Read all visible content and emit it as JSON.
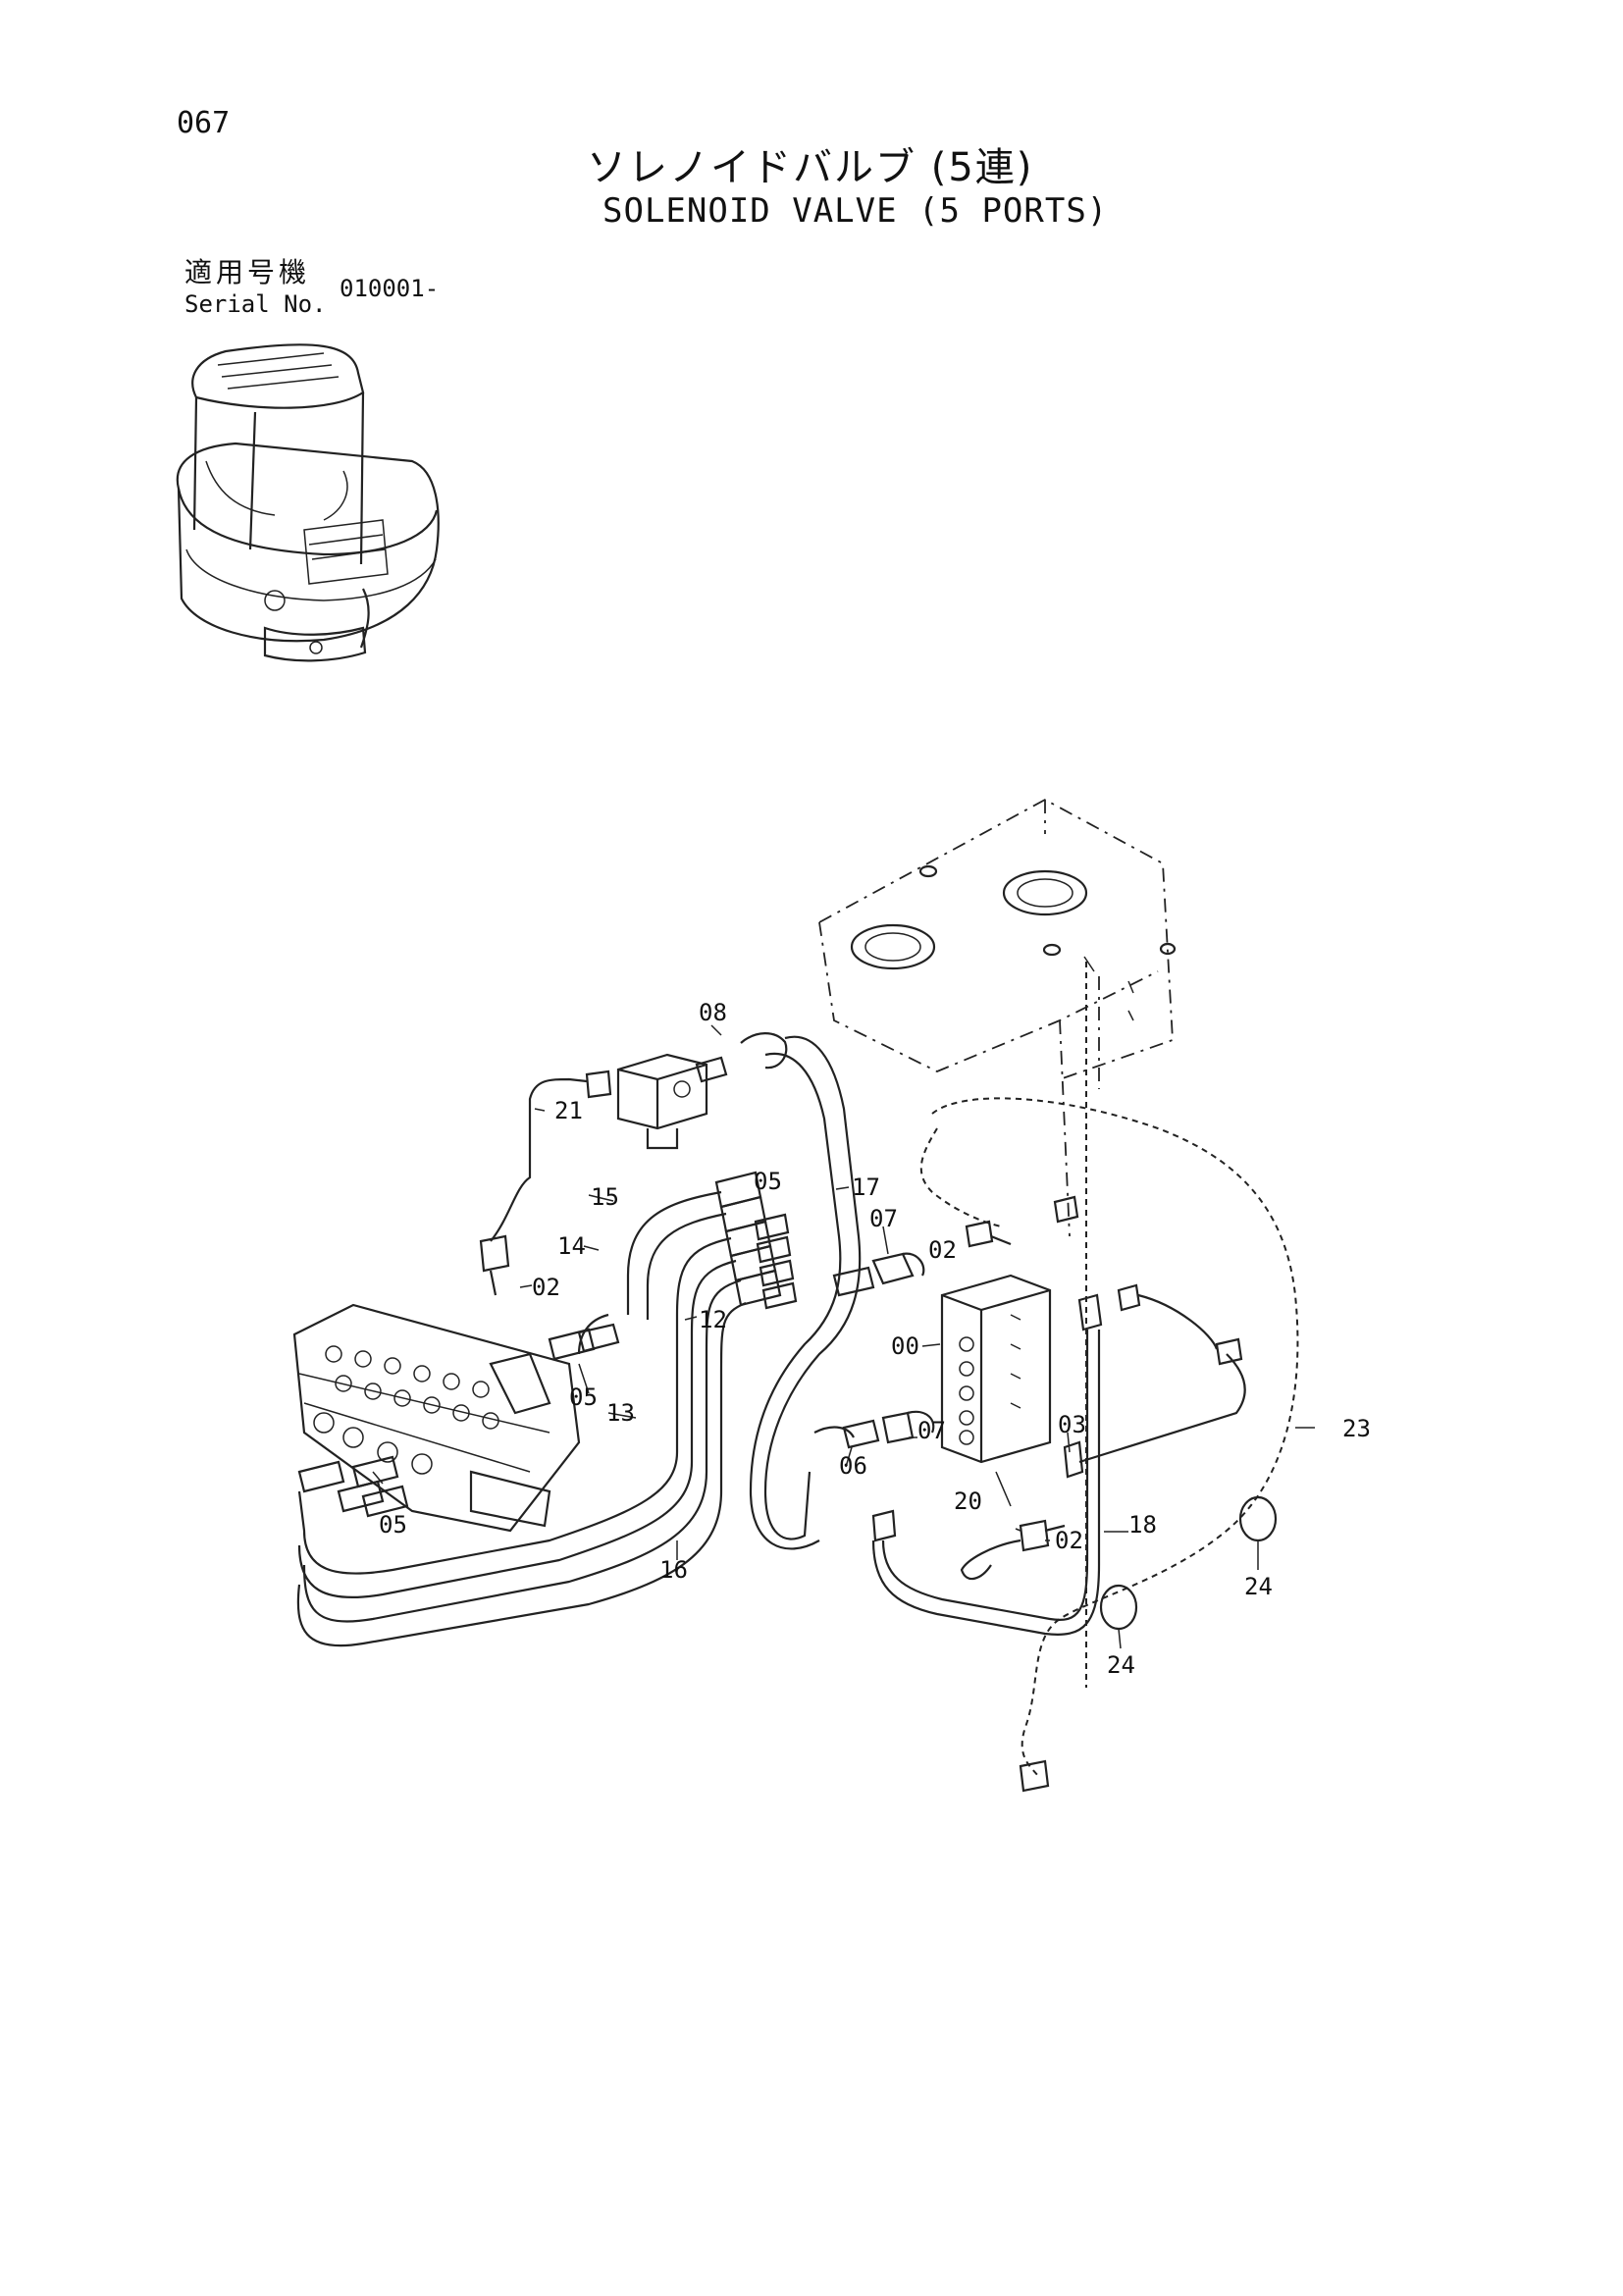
{
  "page_number": "067",
  "title_jp": "ソレノイドバルブ (5連)",
  "title_en": "SOLENOID VALVE (5 PORTS)",
  "serial": {
    "label_jp": "適用号機",
    "label_en": "Serial No.",
    "value": "010001-"
  },
  "callouts": {
    "c00": "00",
    "c02a": "02",
    "c02b": "02",
    "c02c": "02",
    "c03": "03",
    "c05a": "05",
    "c05b": "05",
    "c05c": "05",
    "c06": "06",
    "c07a": "07",
    "c07b": "07",
    "c08": "08",
    "c12": "12",
    "c13": "13",
    "c14": "14",
    "c15": "15",
    "c16": "16",
    "c17": "17",
    "c18": "18",
    "c20": "20",
    "c21": "21",
    "c23": "23",
    "c24a": "24",
    "c24b": "24"
  }
}
